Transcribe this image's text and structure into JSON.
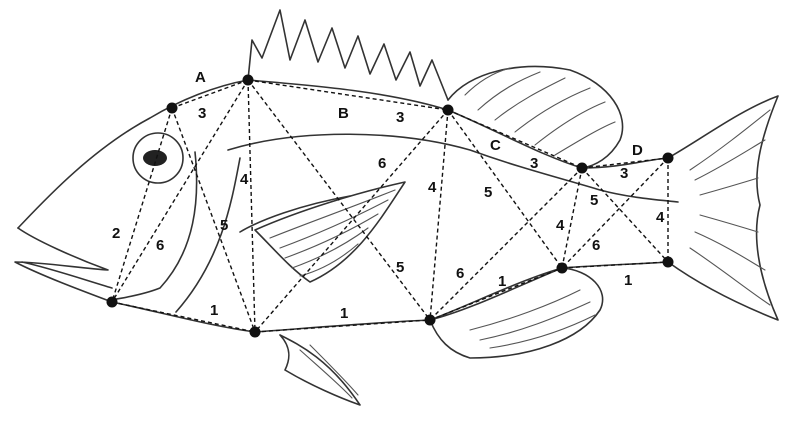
{
  "colors": {
    "outline": "#333333",
    "truss": "#111111",
    "landmark": "#111111",
    "background": "#ffffff"
  },
  "segments": [
    "A",
    "B",
    "C",
    "D"
  ],
  "labels": [
    "1",
    "2",
    "3",
    "4",
    "5",
    "6"
  ]
}
